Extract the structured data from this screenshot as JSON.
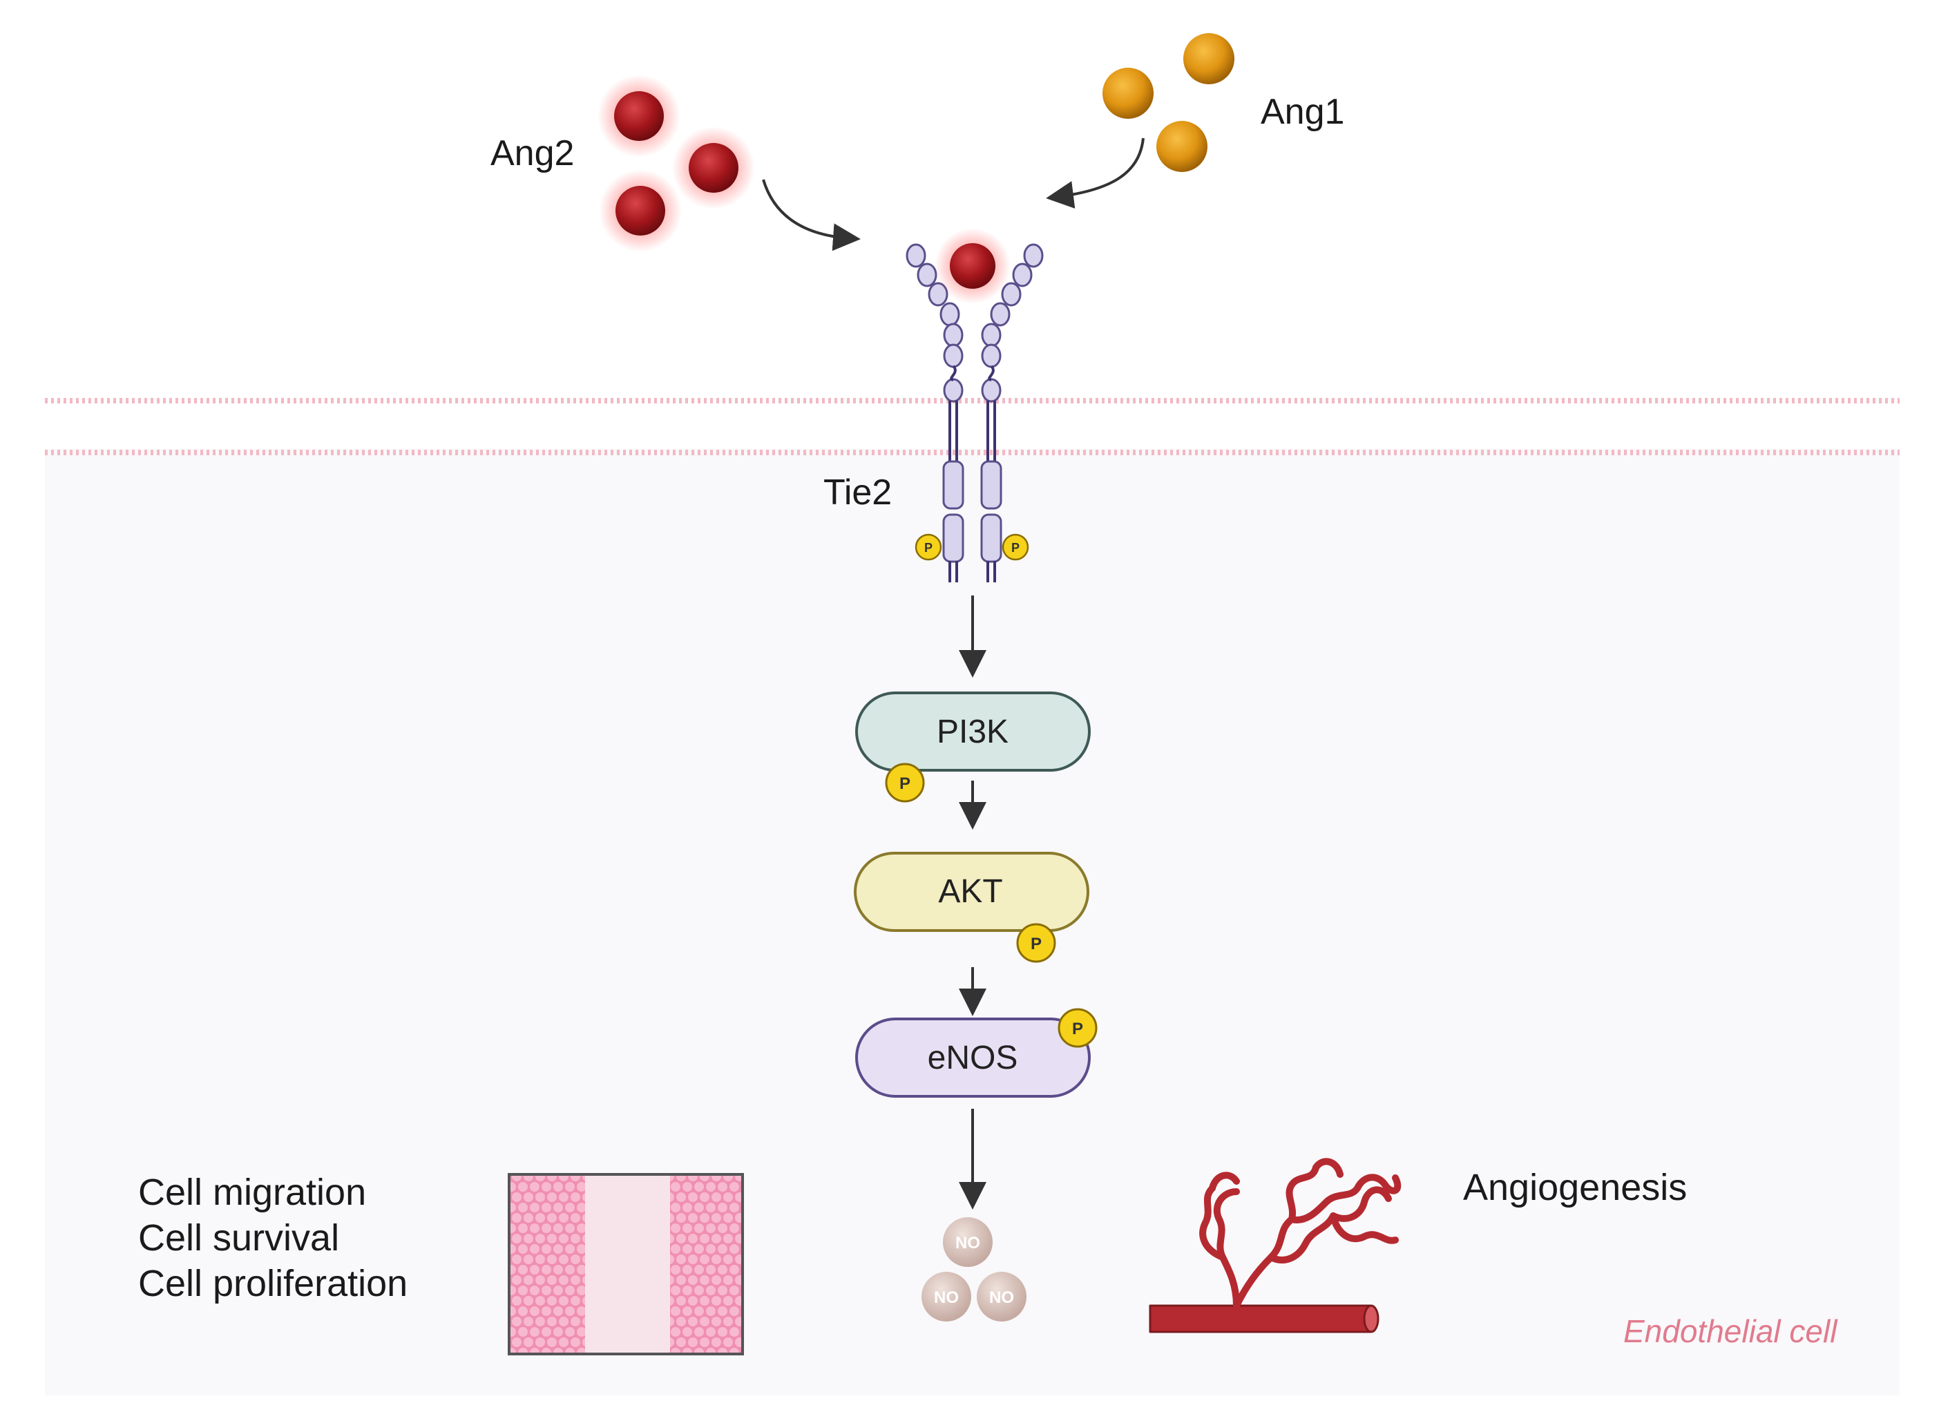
{
  "ligands": {
    "ang2_label": "Ang2",
    "ang1_label": "Ang1"
  },
  "receptor": {
    "label": "Tie2"
  },
  "pathway": {
    "nodes": [
      {
        "label": "PI3K"
      },
      {
        "label": "AKT"
      },
      {
        "label": "eNOS"
      }
    ],
    "phospho_label": "P",
    "no_label": "NO"
  },
  "outcomes": {
    "cell_lines": [
      "Cell migration",
      "Cell survival",
      "Cell proliferation"
    ],
    "angiogenesis_label": "Angiogenesis"
  },
  "compartment": {
    "label": "Endothelial cell"
  },
  "colors": {
    "ang2": "#a3161b",
    "ang1": "#e09412",
    "receptor": "#d9d4ee",
    "pi3k": "#d7e7e3",
    "akt": "#f4eec3",
    "enos": "#e7e0f4",
    "phospho": "#f6d21b",
    "membrane": "#f2b9c4",
    "cell": "#f9f8fa",
    "vessel": "#b52a30"
  }
}
